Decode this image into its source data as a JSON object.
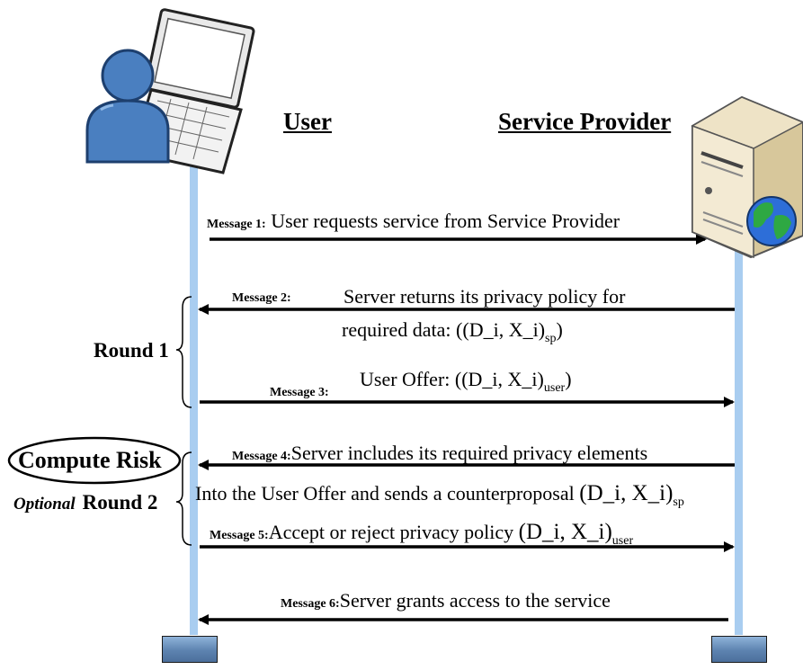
{
  "actors": {
    "user": {
      "title": "User",
      "icon": "user-laptop-icon"
    },
    "provider": {
      "title": "Service Provider",
      "icon": "server-globe-icon"
    }
  },
  "messages": [
    {
      "tag": "Message 1:",
      "line1": "User requests service from Service Provider",
      "direction": "to-provider"
    },
    {
      "tag": "Message 2:",
      "line1": "Server returns its privacy policy for",
      "line2_pre": "required data: ((D_i, X_i)",
      "line2_sub": "sp",
      "line2_post": ")",
      "direction": "to-user"
    },
    {
      "tag": "Message 3:",
      "line1_pre": "User Offer: ((D_i, X_i)",
      "line1_sub": "user",
      "line1_post": ")",
      "direction": "to-provider"
    },
    {
      "tag": "Message 4:",
      "line1": "Server includes its  required privacy elements",
      "line2_pre": "Into the User Offer and sends a counterproposal ",
      "line2_big": "(D_i, X_i)",
      "line2_sub": "sp",
      "direction": "to-user"
    },
    {
      "tag": "Message 5:",
      "line1_pre": "Accept or reject privacy policy ",
      "line1_big": "(D_i, X_i)",
      "line1_sub": "user",
      "direction": "to-provider"
    },
    {
      "tag": "Message 6:",
      "line1": "Server grants access to the service",
      "direction": "to-user"
    }
  ],
  "rounds": {
    "round1": "Round 1",
    "round2_optional": "Optional",
    "round2": "Round 2",
    "compute_risk": "Compute Risk"
  },
  "colors": {
    "lifeline": "#a9cdf0",
    "arrow": "#000000",
    "person": "#4a7fc0",
    "end_box": "#6f93bf"
  }
}
